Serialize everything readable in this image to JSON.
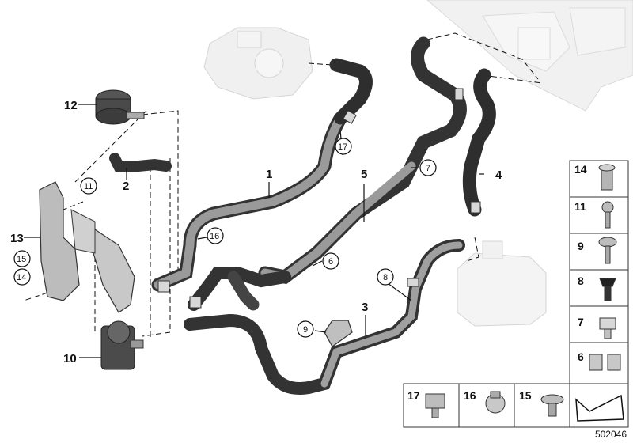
{
  "diagram_number": "502046",
  "callouts": {
    "c1": "1",
    "c2": "2",
    "c3": "3",
    "c4": "4",
    "c5": "5",
    "c6": "6",
    "c7": "7",
    "c8": "8",
    "c9": "9",
    "c10": "10",
    "c11": "11",
    "c12": "12",
    "c13": "13",
    "c14": "14",
    "c15": "15",
    "c16": "16",
    "c17": "17"
  },
  "parts_panel": {
    "p14": "14",
    "p11": "11",
    "p9": "9",
    "p8": "8",
    "p7": "7",
    "p6": "6",
    "p17": "17",
    "p16": "16",
    "p15": "15"
  }
}
